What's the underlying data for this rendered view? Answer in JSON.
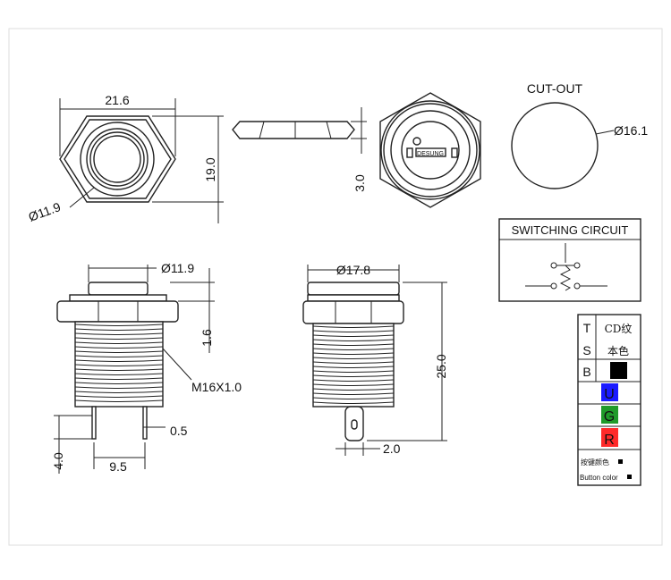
{
  "top_view": {
    "width_dim": "21.6",
    "height_dim": "19.0",
    "dia_dim": "Ø11.9"
  },
  "nut_view": {
    "thickness_dim": "3.0"
  },
  "front_view": {
    "logo_text": "DESUNG"
  },
  "cutout": {
    "title": "CUT-OUT",
    "dia_dim": "Ø16.1"
  },
  "circuit": {
    "title": "SWITCHING CIRCUIT"
  },
  "side_left": {
    "dia_dim": "Ø11.9",
    "height_dim": "1.6",
    "thread_label": "M16X1.0",
    "pin_dim": "0.5",
    "pitch_dim": "9.5",
    "pin_len_dim": "4.0"
  },
  "side_right": {
    "dia_dim": "Ø17.8",
    "length_dim": "25.0",
    "terminal_dim": "2.0"
  },
  "options": {
    "finish": [
      {
        "code": "T",
        "label": "CD纹"
      },
      {
        "code": "S",
        "label": "本色"
      },
      {
        "code": "B",
        "swatch": "#000000"
      }
    ],
    "colors": [
      {
        "code": "U",
        "color": "#1a1aff"
      },
      {
        "code": "G",
        "color": "#1f9a2a"
      },
      {
        "code": "R",
        "color": "#ff2a2a"
      }
    ],
    "note_cn": "按键颜色",
    "note_en": "Button color"
  }
}
